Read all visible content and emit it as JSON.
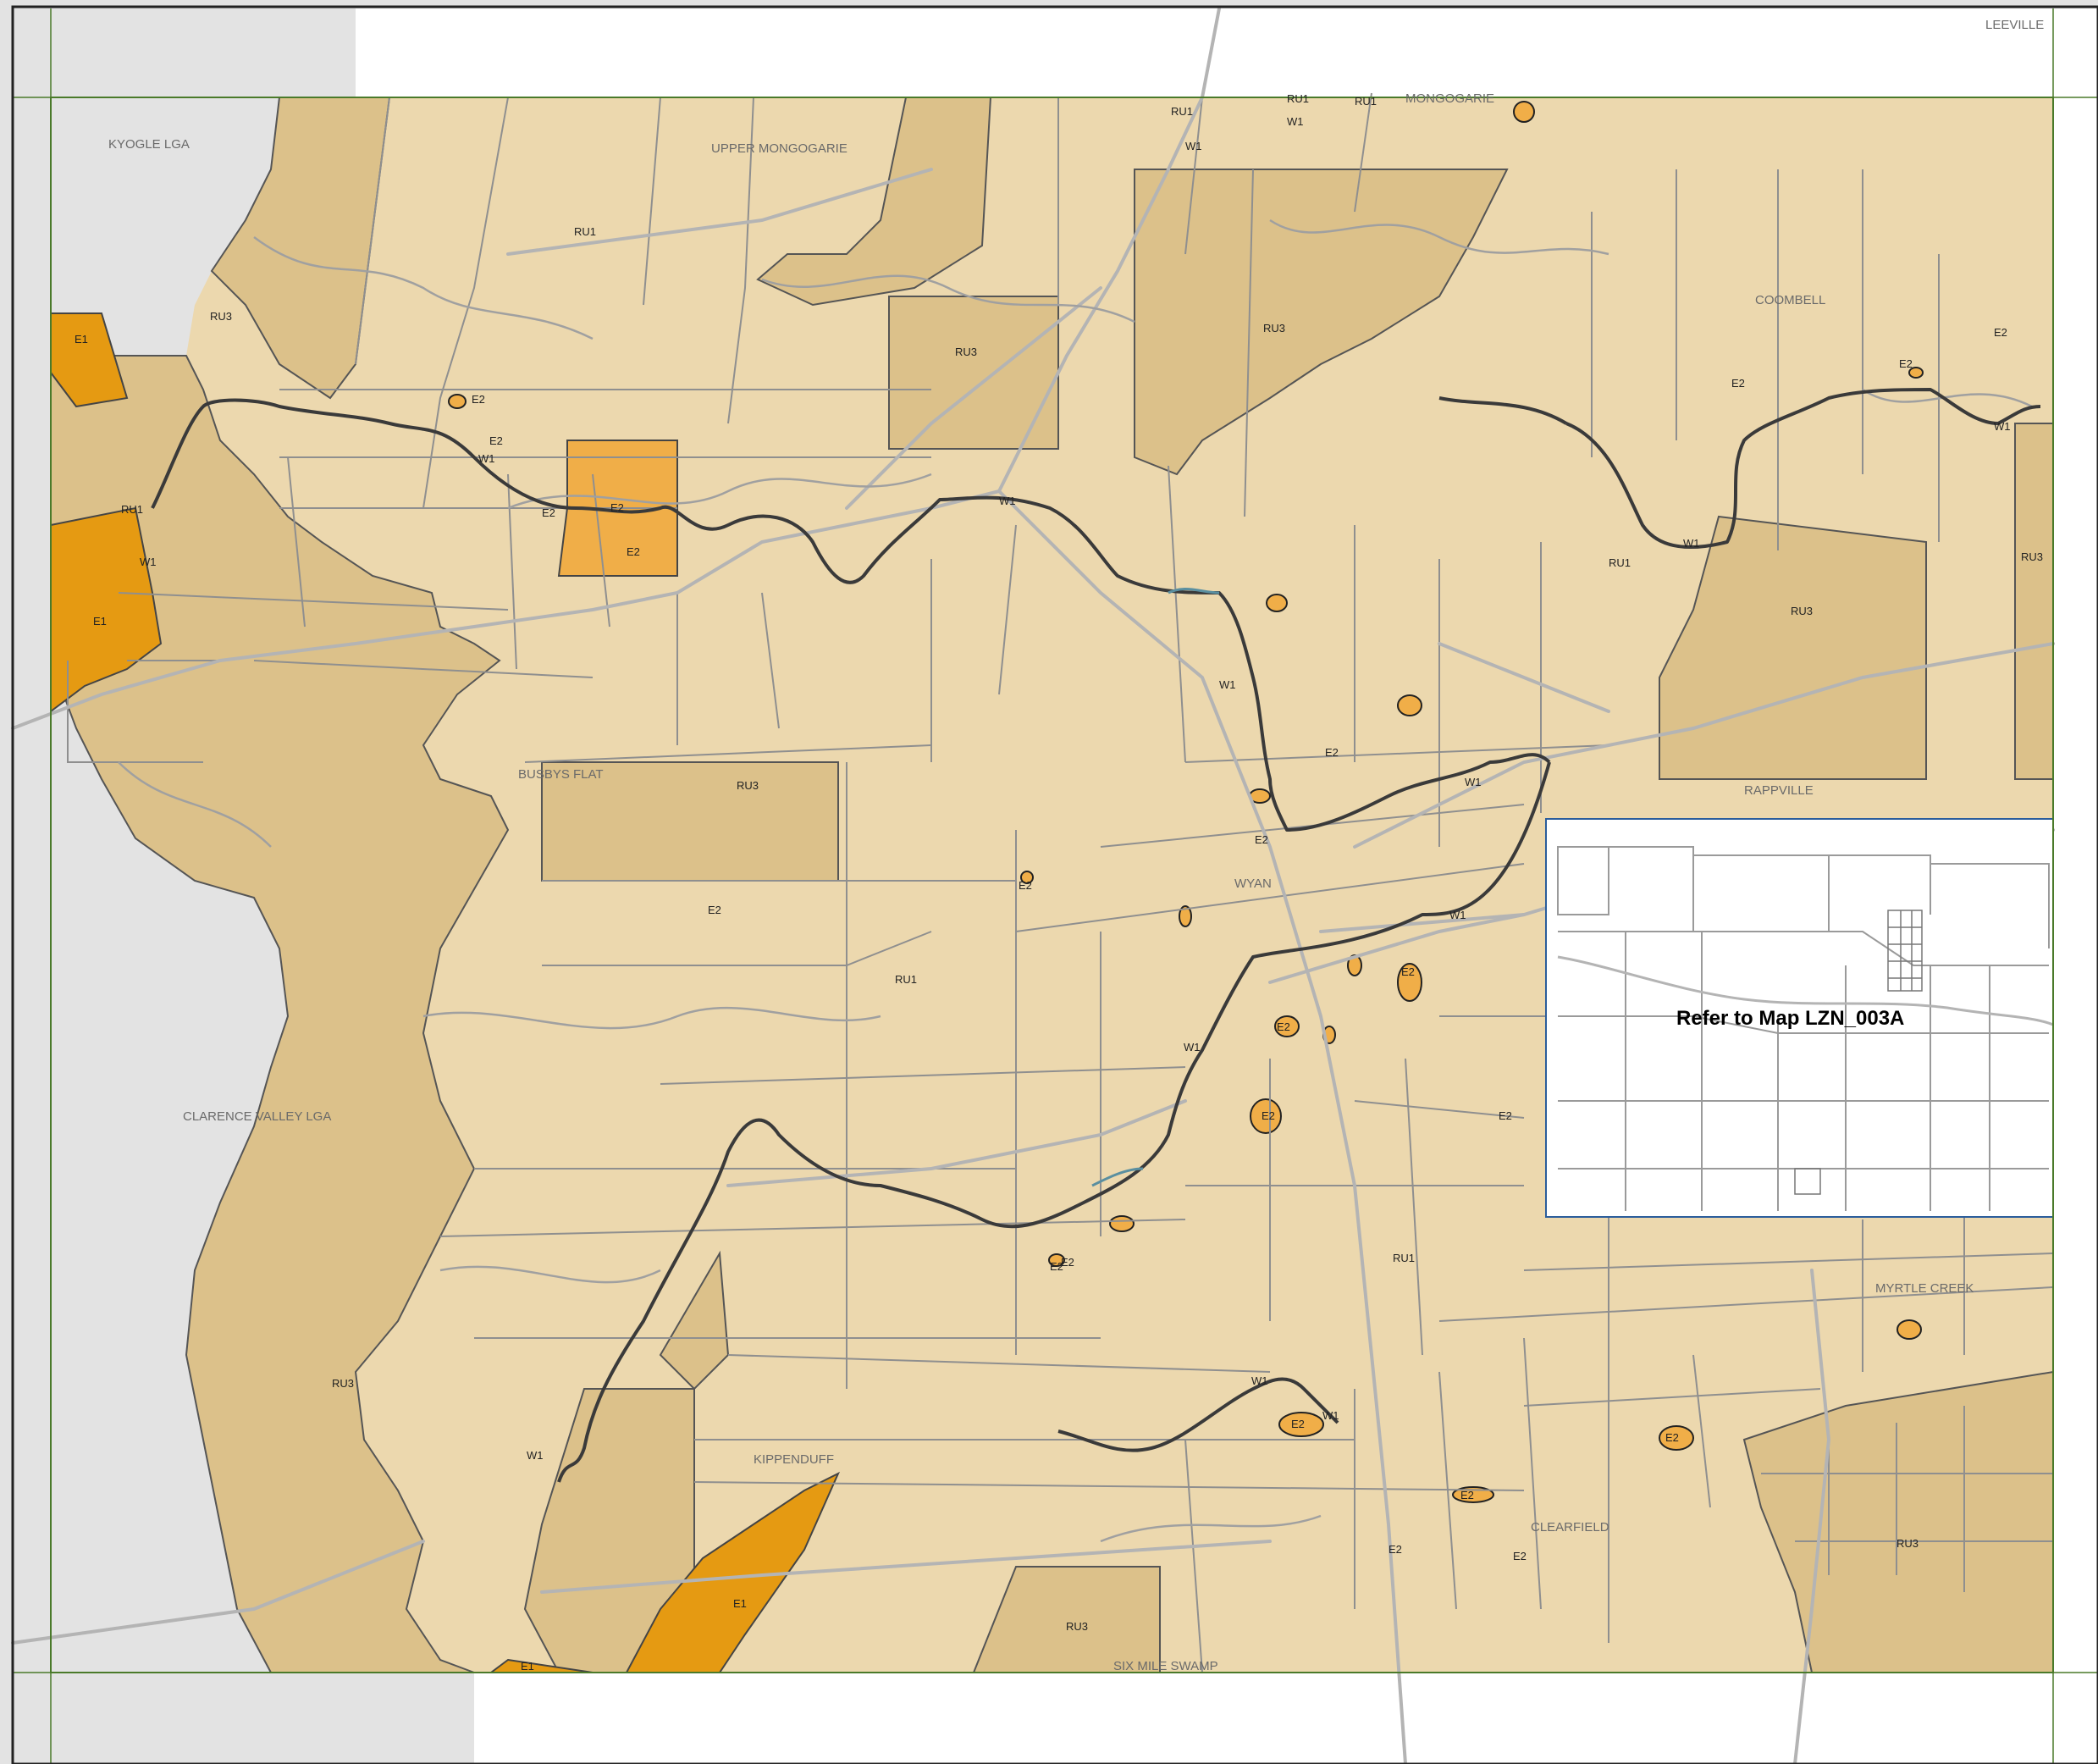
{
  "map": {
    "colors": {
      "outside": "#e3e3e3",
      "RU1": "#ecd8ae",
      "RU3": "#dcc18a",
      "E1": "#e59a12",
      "E2": "#f0ae48",
      "lot_line": "#8f8f8f",
      "road": "#b4b4b4",
      "river": "#3a3a3a",
      "creek": "#5a8fa0",
      "inset_border": "#2b5d9c",
      "frame": "#4a7a2a"
    },
    "zones": [
      "RU1",
      "RU3",
      "E1",
      "E2",
      "W1"
    ],
    "localities": {
      "leeville": "LEEVILLE",
      "kyogle": "KYOGLE LGA",
      "upper_mongogarie": "UPPER MONGOGARIE",
      "mongogarie": "MONGOGARIE",
      "coombell": "COOMBELL",
      "busbys_flat": "BUSBYS FLAT",
      "rappville": "RAPPVILLE",
      "wyan": "WYAN",
      "clarence": "CLARENCE VALLEY LGA",
      "myrtle_creek": "MYRTLE CREEK",
      "kippenduff": "KIPPENDUFF",
      "clearfield": "CLEARFIELD",
      "six_mile_swamp": "SIX MILE SWAMP"
    },
    "inset_note": "Refer to Map LZN_003A"
  }
}
